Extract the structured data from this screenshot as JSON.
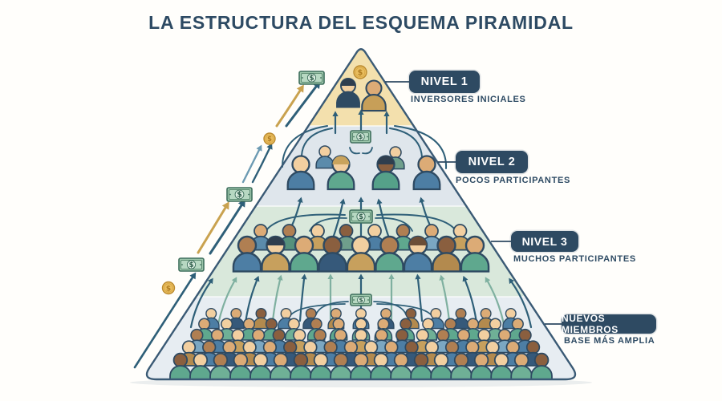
{
  "title": "LA ESTRUCTURA DEL ESQUEMA PIRAMIDAL",
  "levels": [
    {
      "badge": "NIVEL 1",
      "caption": "INVERSORES INICIALES",
      "fill": "#f3e0ad",
      "people_front": 2,
      "people_back": 0
    },
    {
      "badge": "NIVEL 2",
      "caption": "POCOS PARTICIPANTES",
      "fill": "#dfe6ec",
      "people_front": 4,
      "people_back": 2
    },
    {
      "badge": "NIVEL 3",
      "caption": "MUCHOS PARTICIPANTES",
      "fill": "#d9e8db",
      "people_front": 9,
      "people_back": 8
    },
    {
      "badge": "NUEVOS MIEMBROS",
      "caption": "BASE MÁS AMPLIA",
      "fill": "#e7edf2",
      "people_rows": [
        13,
        15,
        17,
        18,
        19
      ]
    }
  ],
  "icons": {
    "money_bill_glyph": "$",
    "gold_coin_glyph": "$"
  },
  "colors": {
    "title": "#2d4a63",
    "badge_bg": "#2e4a62",
    "badge_text": "#ffffff",
    "outline": "#3a5a75",
    "arrow_dark": "#2e5f78",
    "arrow_gold": "#c9a24f",
    "arrow_teal": "#6d9bb3",
    "arrow_sage": "#7fb0a0",
    "bill_green": "#9dc7ac",
    "coin_gold": "#e9bd5e",
    "background": "#fffefb"
  }
}
